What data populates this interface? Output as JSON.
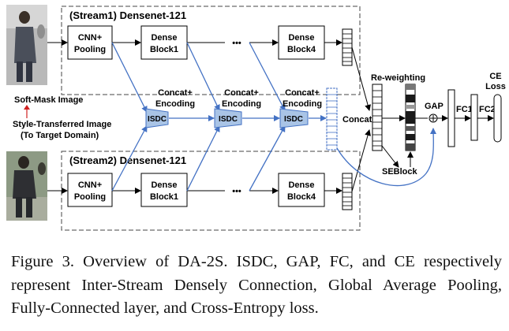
{
  "diagram": {
    "stream1_title": "(Stream1) Densenet-121",
    "stream2_title": "(Stream2) Densenet-121",
    "cnn_pooling": [
      "CNN+",
      "Pooling"
    ],
    "dense_block1": [
      "Dense",
      "Block1"
    ],
    "dense_block4": [
      "Dense",
      "Block4"
    ],
    "ellipsis": "•••",
    "soft_mask_label": "Soft-Mask Image",
    "style_transferred_label": [
      "Style-Transferred Image",
      "(To Target Domain)"
    ],
    "concat_encoding": [
      "Concat+",
      "Encoding"
    ],
    "isdc": "ISDC",
    "concat": "Concat",
    "reweighting": "Re-weighting",
    "seblock": "SEBlock",
    "gap": "GAP",
    "fc1": "FC1",
    "fc2": "FC2",
    "ce_loss": [
      "CE",
      "Loss"
    ]
  },
  "caption": "Figure 3. Overview of DA-2S. ISDC, GAP, FC, and CE respectively represent Inter-Stream Densely Connection, Global Average Pooling, Fully-Connected layer, and Cross-Entropy loss.",
  "colors": {
    "blue": "#4472c4",
    "isdc_fill": "#a9c4e6",
    "reweight_fill": "#1a1a1a"
  }
}
